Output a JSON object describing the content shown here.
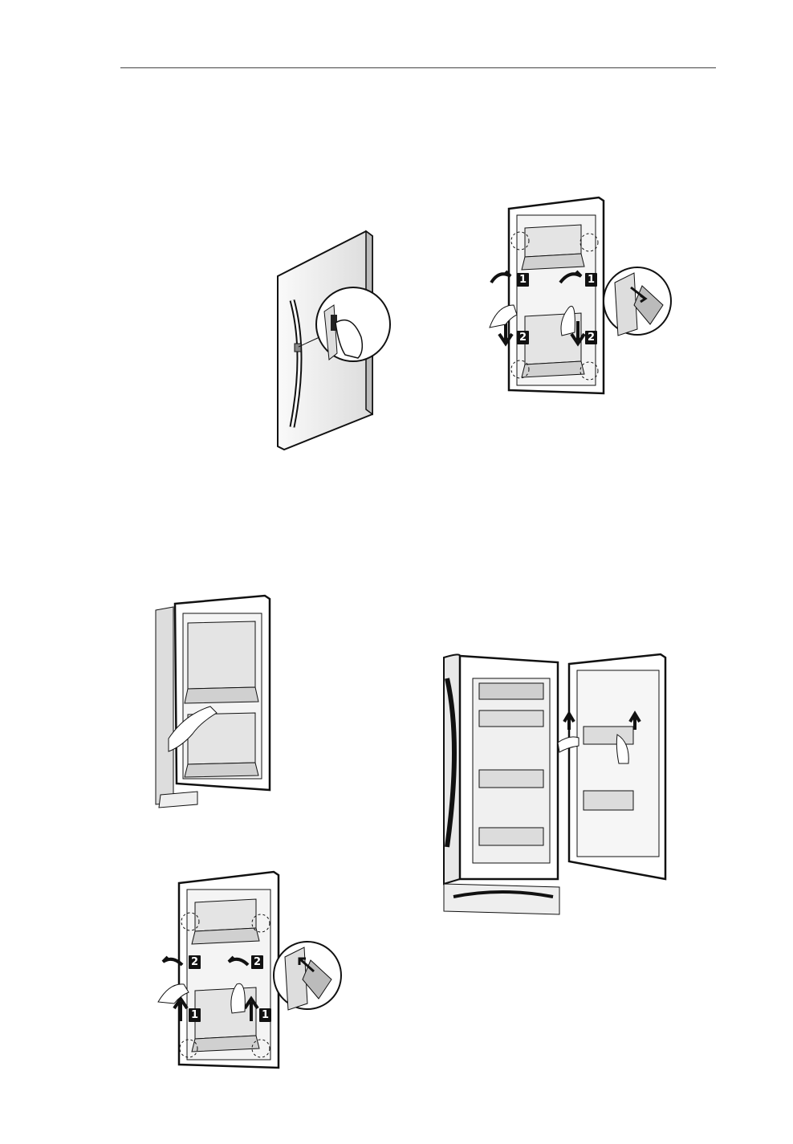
{
  "figures": {
    "step_top_right": {
      "badges": [
        "1",
        "1",
        "2",
        "2"
      ]
    },
    "step_bottom_left": {
      "badges": [
        "2",
        "2",
        "1",
        "1"
      ]
    }
  },
  "colors": {
    "ink": "#111111",
    "tray_fill": "#e6e6e6",
    "tray_dark": "#bdbdbd"
  },
  "icons": [
    "hand-icon",
    "arrow-icon",
    "magnifier-circle"
  ]
}
